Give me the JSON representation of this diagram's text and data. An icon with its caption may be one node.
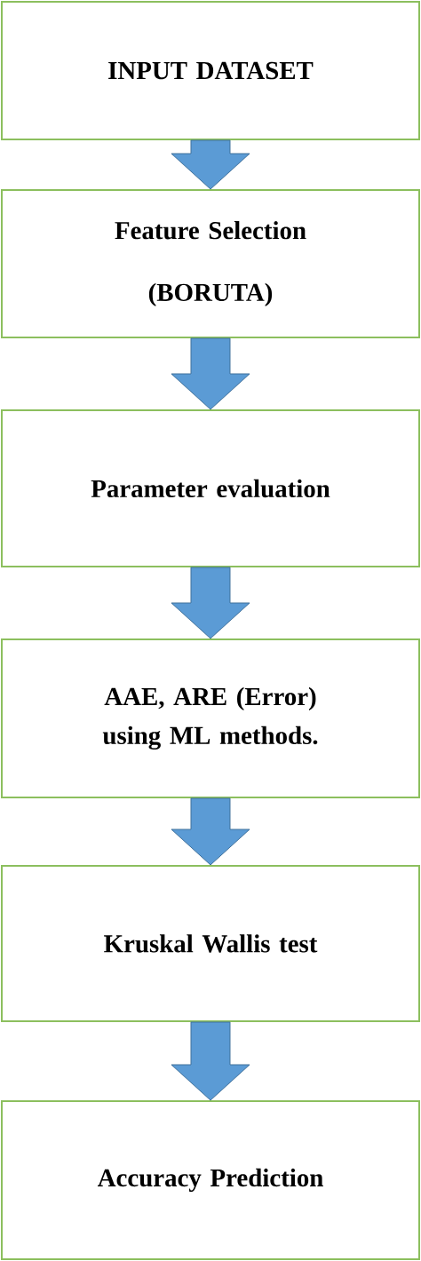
{
  "diagram": {
    "nodes": [
      {
        "text": [
          "INPUT DATASET"
        ]
      },
      {
        "text": [
          "Feature Selection (BORUTA)"
        ]
      },
      {
        "text": [
          "Parameter evaluation"
        ]
      },
      {
        "text": [
          "AAE, ARE (Error) using ML methods."
        ]
      },
      {
        "text": [
          "Kruskal Wallis test"
        ]
      },
      {
        "text": [
          "Accuracy Prediction"
        ]
      }
    ],
    "edges": [
      {
        "from": 0,
        "to": 1,
        "arrow": "to"
      },
      {
        "from": 1,
        "to": 2,
        "arrow": "to"
      },
      {
        "from": 2,
        "to": 3,
        "arrow": "to"
      },
      {
        "from": 3,
        "to": 4,
        "arrow": "to"
      },
      {
        "from": 4,
        "to": 5,
        "arrow": "to"
      }
    ]
  }
}
